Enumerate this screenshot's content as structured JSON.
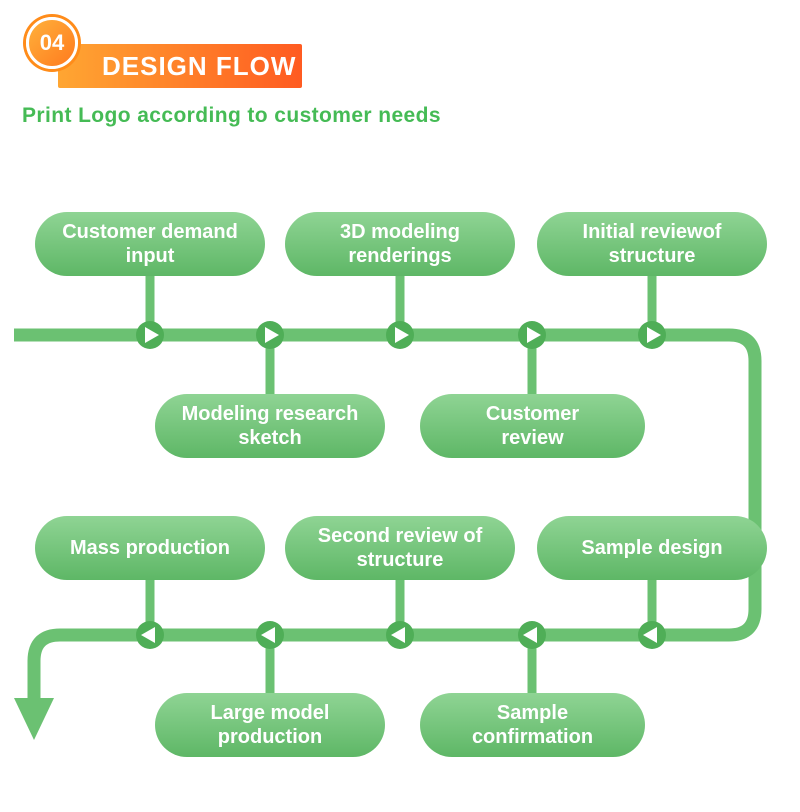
{
  "header": {
    "badge": "04",
    "title": "DESIGN FLOW",
    "subtitle": "Print Logo according to customer needs"
  },
  "flow": {
    "top_row": [
      "Customer demand\ninput",
      "3D modeling\nrenderings",
      "Initial reviewof\nstructure"
    ],
    "mid_row": [
      "Modeling research\nsketch",
      "Customer\nreview"
    ],
    "second_row": [
      "Mass production",
      "Second review of\nstructure",
      "Sample design"
    ],
    "bottom_row": [
      "Large model\nproduction",
      "Sample\nconfirmation"
    ]
  },
  "colors": {
    "accent_orange_light": "#ffa632",
    "accent_orange_dark": "#ff5b21",
    "pill_green_light": "#8fd494",
    "pill_green_dark": "#5eb766",
    "line_green": "#6bc172",
    "arrow_circle_green": "#4fae57",
    "subtitle_green": "#45bb55"
  }
}
